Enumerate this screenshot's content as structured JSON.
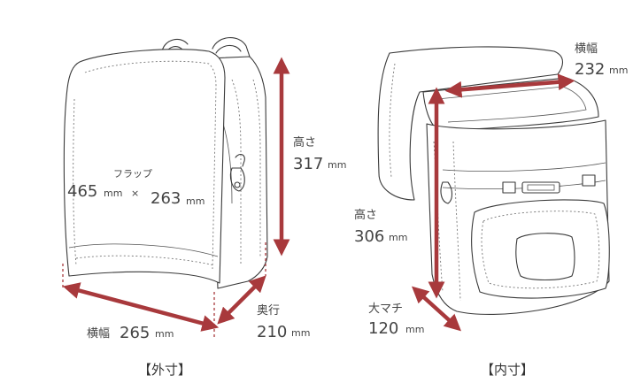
{
  "colors": {
    "arrow": "#a8393c",
    "line": "#3a3a3a",
    "text": "#444444"
  },
  "outer": {
    "caption": "【外寸】",
    "flap_label": "フラップ",
    "flap_width_value": "465",
    "flap_height_value": "263",
    "unit": "mm",
    "times": "×",
    "height_label": "高さ",
    "height_value": "317",
    "depth_label": "奥行",
    "depth_value": "210",
    "width_label": "横幅",
    "width_value": "265"
  },
  "inner": {
    "caption": "【内寸】",
    "width_label": "横幅",
    "width_value": "232",
    "height_label": "高さ",
    "height_value": "306",
    "gusset_label": "大マチ",
    "gusset_value": "120",
    "unit": "mm"
  }
}
